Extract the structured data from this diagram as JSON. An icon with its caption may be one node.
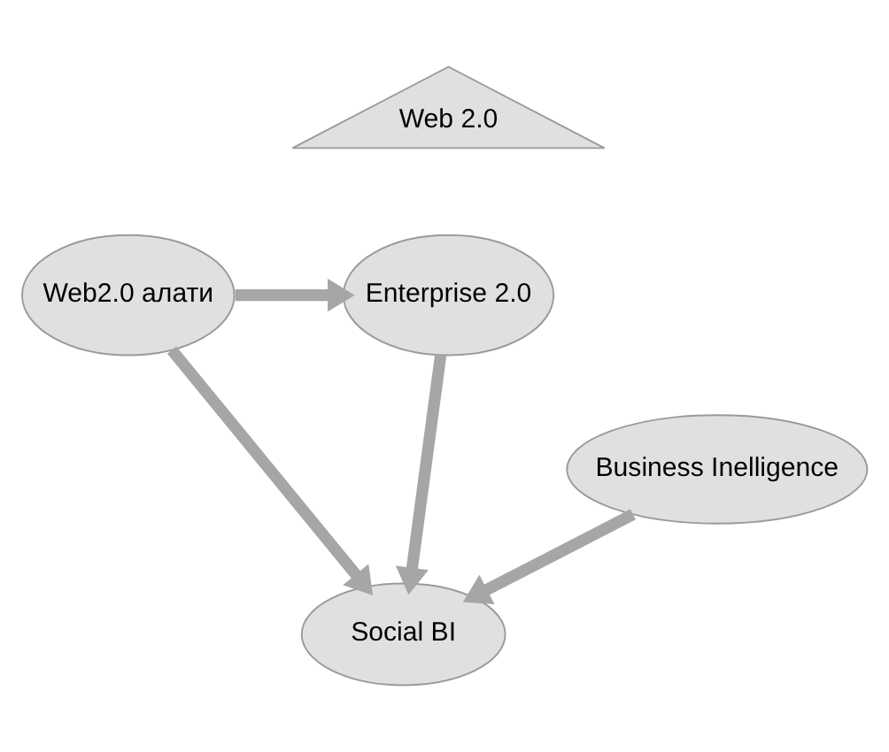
{
  "diagram": {
    "nodes": [
      {
        "text": [
          "Web 2.0"
        ]
      },
      {
        "text": [
          "Web2.0 алати"
        ]
      },
      {
        "text": [
          "Enterprise 2.0"
        ]
      },
      {
        "text": [
          "Business Inelligence"
        ]
      },
      {
        "text": [
          "Social BI"
        ]
      }
    ],
    "edges": [
      {
        "from": 1,
        "to": 2,
        "arrow": "to"
      },
      {
        "from": 1,
        "to": 4,
        "arrow": "to"
      },
      {
        "from": 2,
        "to": 4,
        "arrow": "to"
      },
      {
        "from": 3,
        "to": 4,
        "arrow": "to"
      }
    ]
  }
}
